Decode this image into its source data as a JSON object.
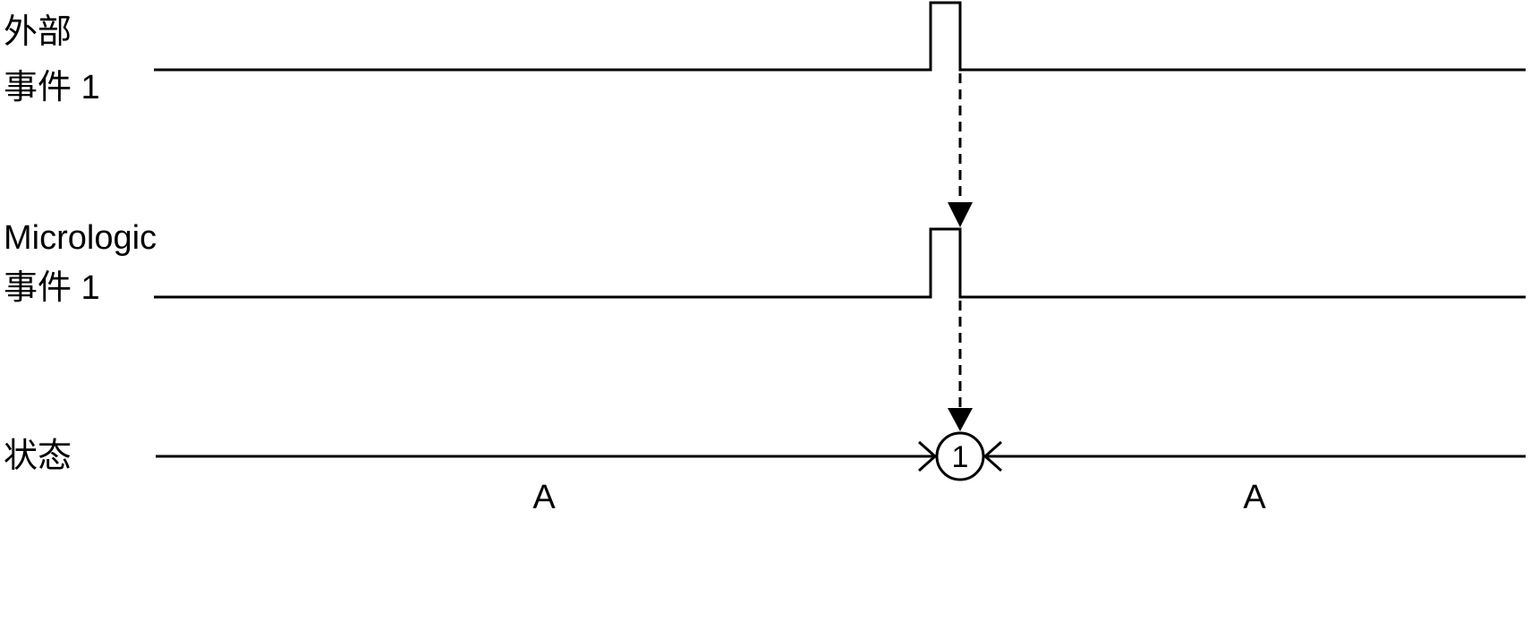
{
  "signals": [
    {
      "label_lines": [
        "外部",
        "事件 1"
      ]
    },
    {
      "label_lines": [
        "Micrologic",
        "事件 1"
      ]
    },
    {
      "label_lines": [
        "状态"
      ]
    }
  ],
  "state_marker": {
    "text": "1"
  },
  "state_segments": [
    {
      "text": "A"
    },
    {
      "text": "A"
    }
  ],
  "colors": {
    "line": "#000000",
    "background": "#ffffff"
  }
}
